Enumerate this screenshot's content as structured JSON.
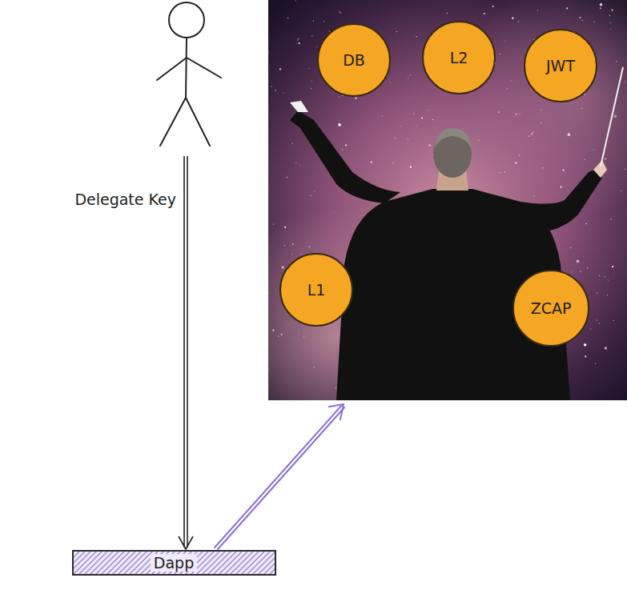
{
  "diagram": {
    "nodes": [
      {
        "text": [
          "DB"
        ]
      },
      {
        "text": [
          "L2"
        ]
      },
      {
        "text": [
          "JWT"
        ]
      },
      {
        "text": [
          "L1"
        ]
      },
      {
        "text": [
          "ZCAP"
        ]
      },
      {
        "text": [
          "Dapp"
        ]
      }
    ],
    "labels": [
      "Delegate Key"
    ]
  }
}
